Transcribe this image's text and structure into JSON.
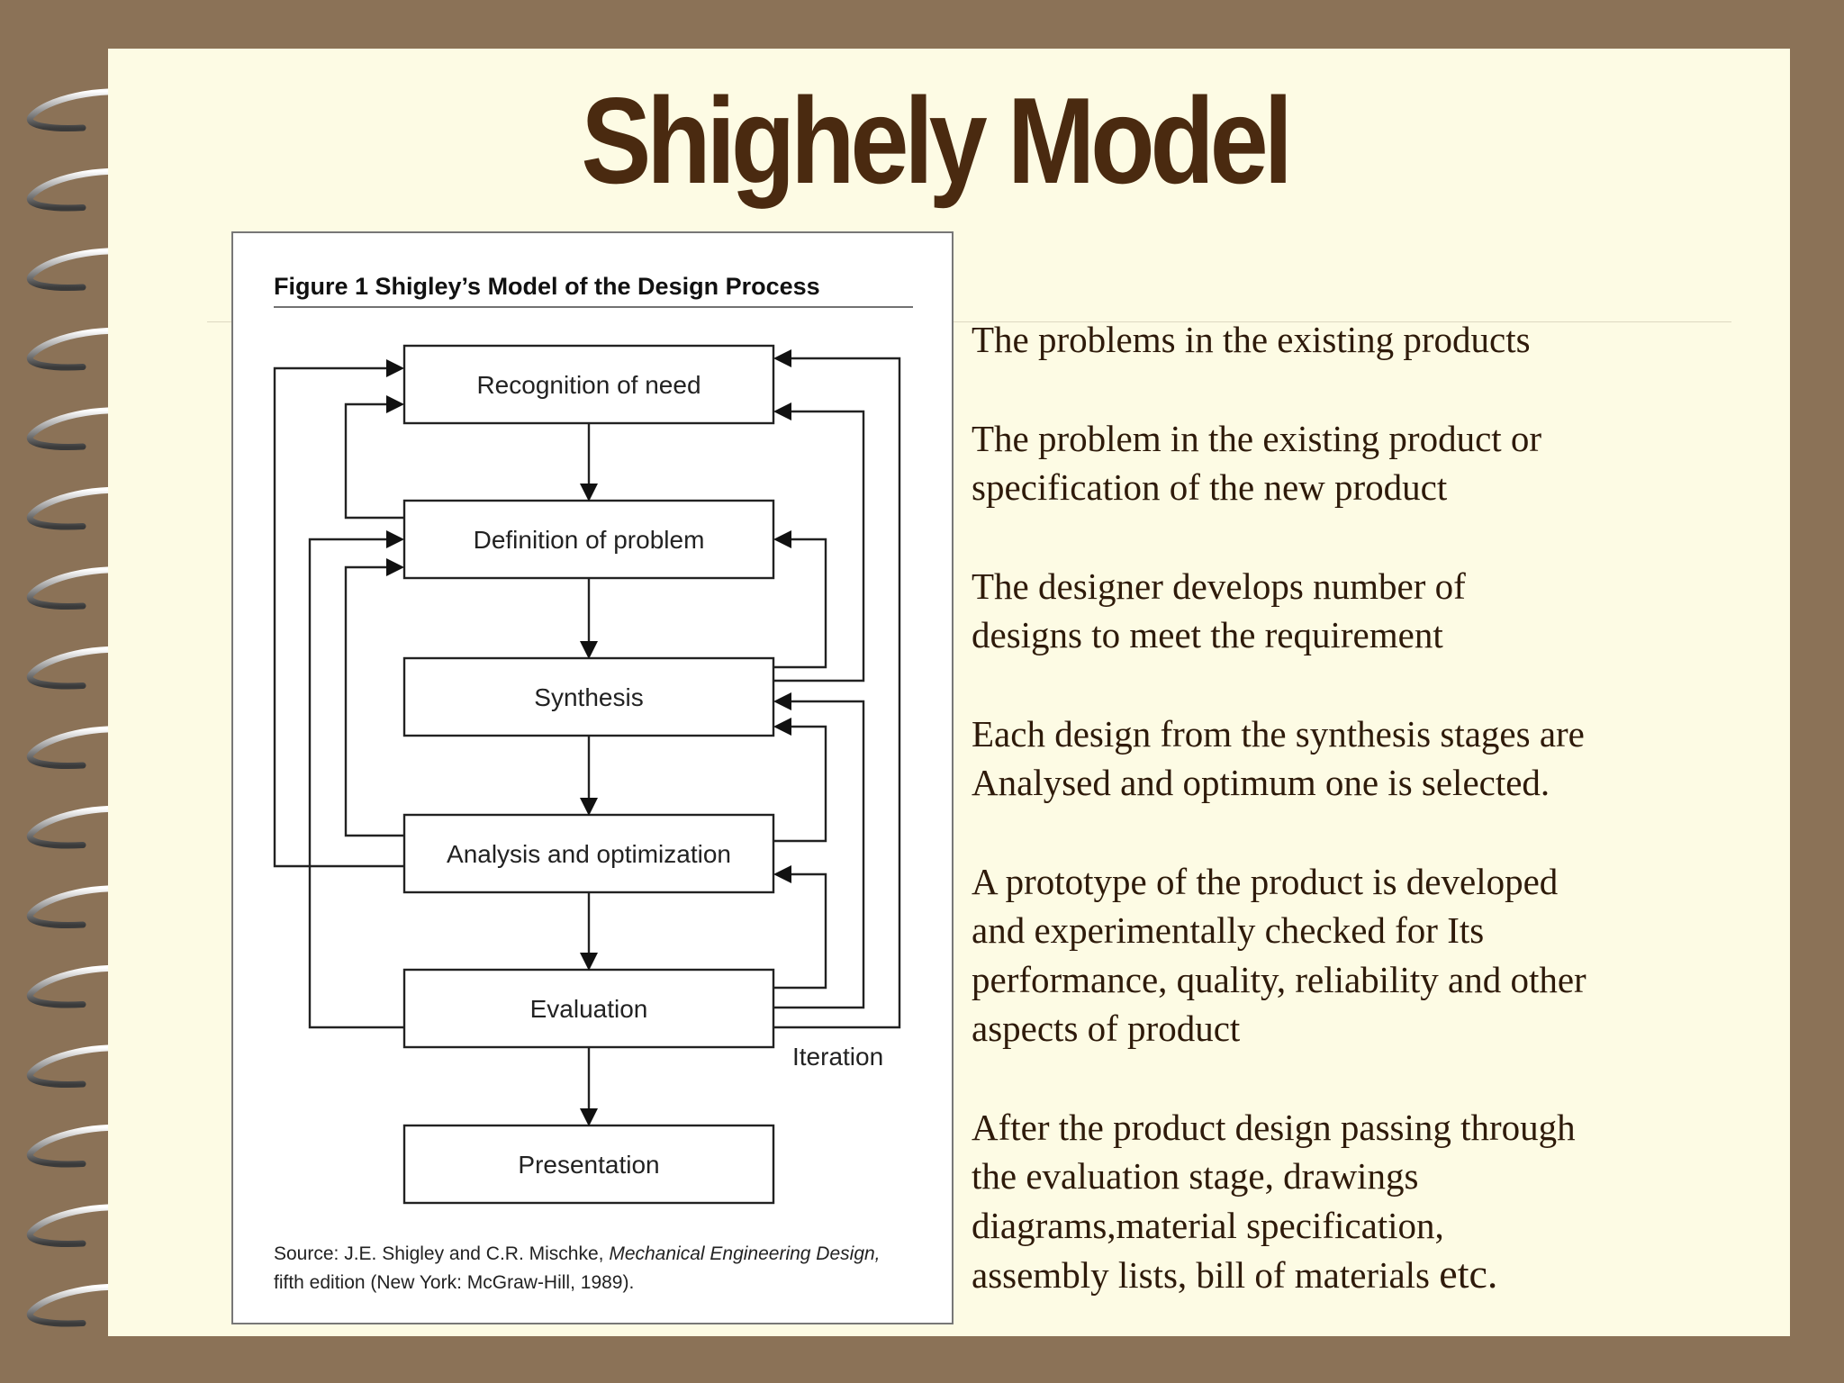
{
  "slide": {
    "title": "Shighely Model"
  },
  "figure": {
    "title": "Figure 1    Shigley’s Model of the Design Process",
    "boxes": [
      "Recognition of need",
      "Definition of problem",
      "Synthesis",
      "Analysis and optimization",
      "Evaluation",
      "Presentation"
    ],
    "iteration_label": "Iteration",
    "source_line1_a": "Source: J.E. Shigley and C.R. Mischke, ",
    "source_line1_b": "Mechanical Engineering Design,",
    "source_line2": "fifth edition (New York: McGraw-Hill, 1989)."
  },
  "descriptions": [
    "The problems in the existing products",
    "The problem in the existing product or\nspecification of the new product",
    "The designer develops number of\ndesigns to meet the requirement",
    "Each design from the synthesis stages are\nAnalysed and optimum one is selected.",
    "A prototype of the product is developed\nand experimentally checked for Its\nperformance, quality, reliability and other\naspects of product",
    "After the product design passing through\nthe evaluation stage,  drawings\ndiagrams,material specification,\nassembly lists, bill of materials "
  ],
  "descriptions_tail": "etc."
}
